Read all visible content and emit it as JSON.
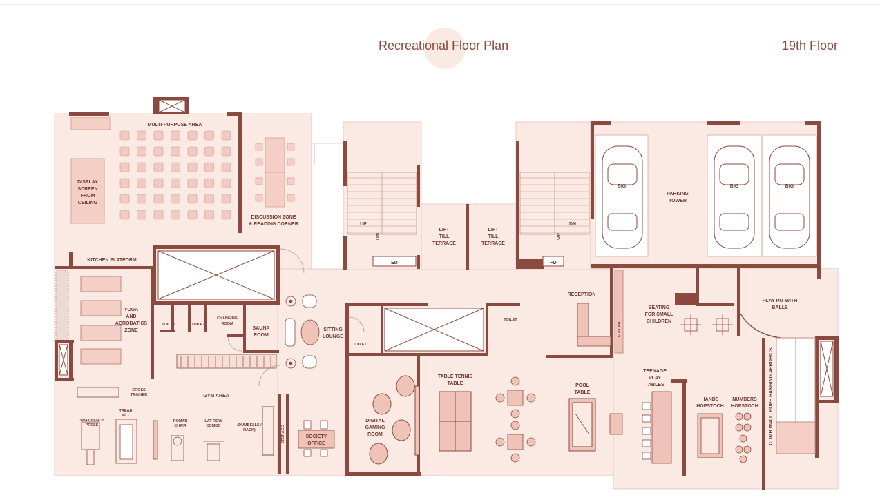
{
  "header": {
    "title": "Recreational Floor Plan",
    "floor": "19th Floor"
  },
  "colors": {
    "wall": "#8b4a40",
    "fill": "#fbe9e4",
    "fixture": "#f3cfc6",
    "text": "#6e3a31"
  },
  "rooms": {
    "multi_purpose": "MULTI-PURPOSE AREA",
    "display_screen": [
      "DISPLAY",
      "SCREEN",
      "FROM",
      "CEILING"
    ],
    "discussion_zone": [
      "DISCUSSION ZONE",
      "& READING CORNER"
    ],
    "kitchen": "KITCHEN PLATFORM",
    "yoga": [
      "YOGA",
      "AND",
      "ACROBATICS",
      "ZONE"
    ],
    "toilet": "TOILET",
    "changing": [
      "CHANGING",
      "ROOM"
    ],
    "sauna": [
      "SAUNA",
      "ROOM"
    ],
    "sitting_lounge": [
      "SITTING",
      "LOUNGE"
    ],
    "gym": "GYM AREA",
    "cross_trainer": [
      "CROSS",
      "TRAINER"
    ],
    "bench_press": [
      "3WAY BENCH",
      "PRESS"
    ],
    "treadmill": [
      "TREAD",
      "MILL"
    ],
    "roman_chair": [
      "ROMAN",
      "CHAIR"
    ],
    "lat_row": [
      "LAT ROW",
      "COMBO"
    ],
    "dumbells": [
      "(DUMBELLS /",
      "RACK)"
    ],
    "storage": "STORAGE",
    "society_office": [
      "SOCIETY",
      "OFFICE"
    ],
    "digital_gaming": [
      "DIGITAL",
      "GAMING",
      "ROOM"
    ],
    "table_tennis": [
      "TABLE TENNIS",
      "TABLE"
    ],
    "pool": [
      "POOL",
      "TABLE"
    ],
    "teenage": [
      "TEENAGE",
      "PLAY",
      "TABLES"
    ],
    "lift_left": [
      "LIFT",
      "TILL",
      "TERRACE"
    ],
    "lift_right": [
      "LIFT",
      "TILL",
      "TERRACE"
    ],
    "up": "UP",
    "dn": "DN",
    "ed": "ED",
    "fd": "FD",
    "parking": [
      "PARKING",
      "TOWER"
    ],
    "big": "BIG",
    "reception": "RECEPTION",
    "lego_wall": "LEGO WALL",
    "seating": [
      "SEATING",
      "FOR SMALL",
      "CHILDREN"
    ],
    "play_pit": [
      "PLAY PIT WITH",
      "BALLS"
    ],
    "hands_hopstoch": [
      "HANDS",
      "HOPSTOCH"
    ],
    "numbers_hopstoch": [
      "NUMBERS",
      "HOPSTOCH"
    ],
    "climb_wall": "CLIMB WALL, ROPE HANGING AEROBICS"
  }
}
